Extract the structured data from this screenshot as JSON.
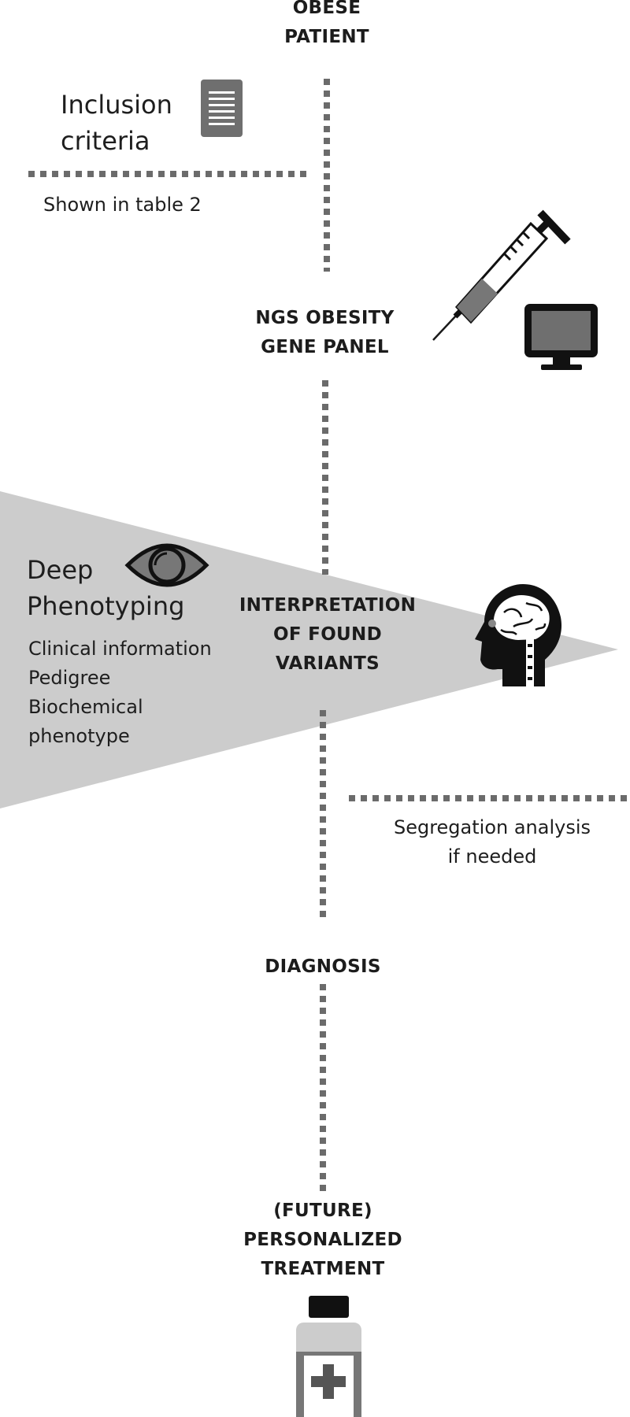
{
  "stages": {
    "obese_patient": [
      "OBESE",
      "PATIENT"
    ],
    "ngs_panel": [
      "NGS OBESITY",
      "GENE PANEL"
    ],
    "interpretation": [
      "INTERPRETATION",
      "OF FOUND",
      "VARIANTS"
    ],
    "diagnosis": [
      "DIAGNOSIS"
    ],
    "treatment": [
      "(FUTURE)",
      "PERSONALIZED",
      "TREATMENT"
    ]
  },
  "inclusion": {
    "title": [
      "Inclusion",
      "criteria"
    ],
    "note": "Shown in table 2"
  },
  "phenotyping": {
    "title": [
      "Deep",
      "Phenotyping"
    ],
    "items": [
      "Clinical information",
      "Pedigree",
      "Biochemical",
      "phenotype"
    ]
  },
  "segregation": [
    "Segregation analysis",
    "if needed"
  ],
  "icons": [
    "document-icon",
    "syringe-icon",
    "monitor-icon",
    "eye-icon",
    "brain-head-icon",
    "medicine-bottle-icon"
  ],
  "colors": {
    "dots": "#6b6b6b",
    "wedge": "#cccccc",
    "icon_dark": "#111111",
    "icon_gray": "#6f6f6f"
  }
}
